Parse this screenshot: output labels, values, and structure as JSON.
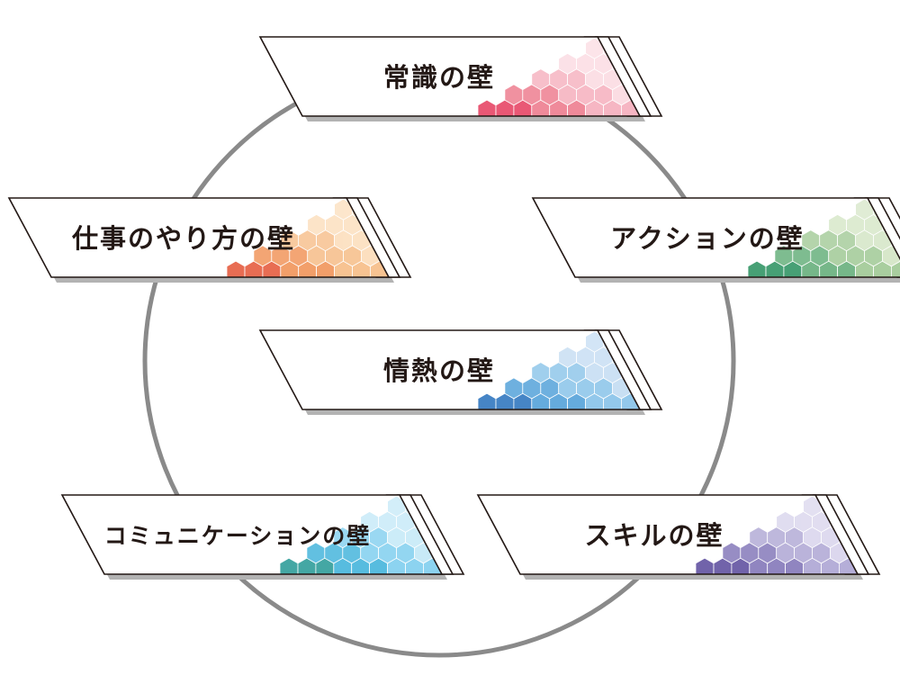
{
  "diagram": {
    "ring_color": "#8a8a8a",
    "outline_color": "#231815",
    "shadow_color": "#b3b3b3",
    "cards": [
      {
        "id": "common-sense",
        "label": "常識の壁",
        "colors": [
          "#e8506e",
          "#ef8495",
          "#f6b3c0",
          "#fbd9e0"
        ]
      },
      {
        "id": "work-style",
        "label": "仕事のやり方の壁",
        "colors": [
          "#e7664a",
          "#f29a63",
          "#f7c08d",
          "#fcdcb8"
        ]
      },
      {
        "id": "action",
        "label": "アクションの壁",
        "colors": [
          "#3e9b6e",
          "#6fb483",
          "#a5cc9a",
          "#d3e5c4"
        ]
      },
      {
        "id": "passion",
        "label": "情熱の壁",
        "colors": [
          "#3d7fc3",
          "#5da7dc",
          "#8ec6ea",
          "#c2dbf2"
        ]
      },
      {
        "id": "communication",
        "label": "コミュニケーションの壁",
        "colors": [
          "#3aa3a0",
          "#4fb9de",
          "#86d1f0",
          "#c2e8f7"
        ]
      },
      {
        "id": "skill",
        "label": "スキルの壁",
        "colors": [
          "#6a5ba6",
          "#8b7fbd",
          "#b2aad6",
          "#d8d3ec"
        ]
      }
    ]
  }
}
